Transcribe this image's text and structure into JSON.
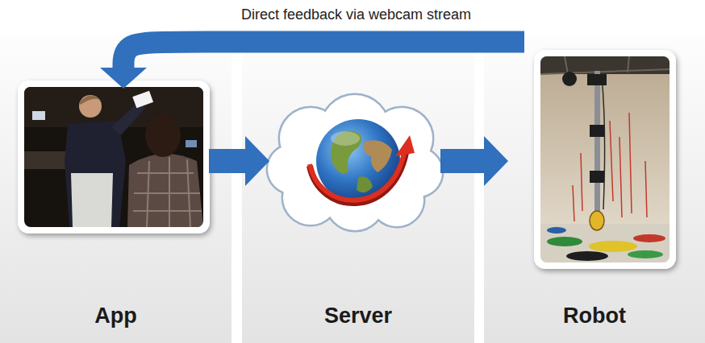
{
  "diagram": {
    "nodes": [
      {
        "text": [
          "App"
        ]
      },
      {
        "text": [
          "Server"
        ]
      },
      {
        "text": [
          "Robot"
        ]
      }
    ],
    "edges": [
      {
        "from": 0,
        "to": 1,
        "arrow": "to"
      },
      {
        "from": 1,
        "to": 2,
        "arrow": "to"
      },
      {
        "from": 2,
        "to": 0,
        "arrow": "to",
        "label": "Direct feedback via webcam stream"
      }
    ]
  }
}
